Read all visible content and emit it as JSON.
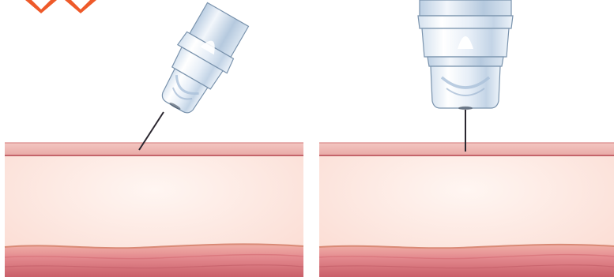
{
  "colors": {
    "background": "#ffffff",
    "skin_surface": "#edb8b3",
    "skin_surface_line": "#c9676a",
    "dermis": "#fce3dc",
    "dermis_glow": "#fff4f0",
    "subcutaneous_line": "#d9907a",
    "deep_layer": "#e2888c",
    "deep_layer_dark": "#c75d66",
    "needle": "#2b2730",
    "hub_plastic": "#f4f8fc",
    "hub_shade": "#c9d9ea",
    "hub_highlight": "#ffffff",
    "hub_outline": "#6f8aa6",
    "accent_marker": "#ee5a2a"
  },
  "panels": [
    {
      "id": "angled-injection",
      "needle_angle_deg": 30
    },
    {
      "id": "perpendicular-injection",
      "needle_angle_deg": 0
    }
  ],
  "icons": [
    "chevron-marker-icon",
    "chevron-marker-icon"
  ]
}
